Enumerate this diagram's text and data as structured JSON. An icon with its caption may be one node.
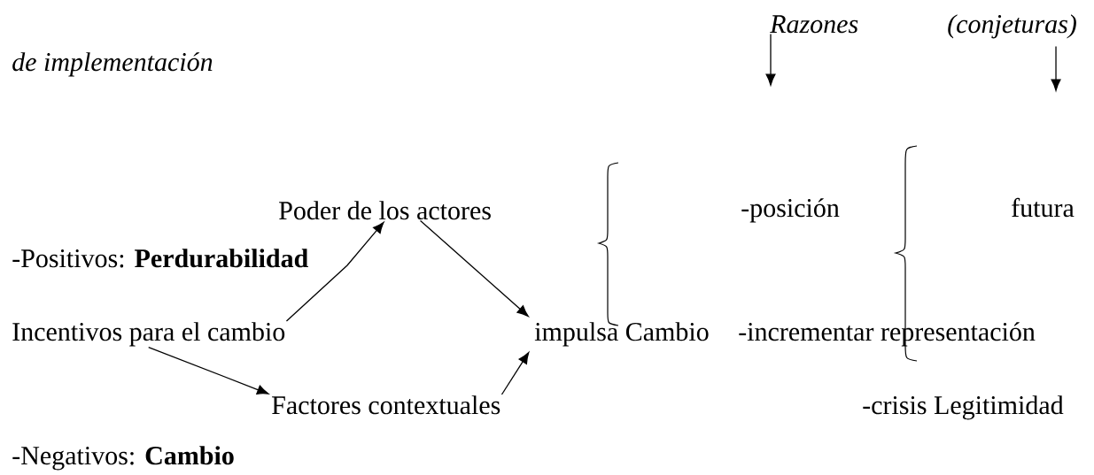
{
  "diagram": {
    "nodes": [
      {
        "text": [
          "Incentivos para el cambio"
        ]
      },
      {
        "text": [
          "Poder de los actores"
        ]
      },
      {
        "text": [
          "Factores contextuales"
        ]
      },
      {
        "text": [
          "impulsa Cambio"
        ]
      },
      {
        "text": [
          "Razones"
        ]
      },
      {
        "text": [
          "(conjeturas)"
        ]
      }
    ],
    "edges": [
      {
        "from": 0,
        "to": 1,
        "arrow": "to"
      },
      {
        "from": 0,
        "to": 2,
        "arrow": "to"
      },
      {
        "from": 1,
        "to": 3,
        "arrow": "to"
      },
      {
        "from": 2,
        "to": 3,
        "arrow": "to"
      },
      {
        "from": 4,
        "to": null,
        "arrow": "to"
      },
      {
        "from": 5,
        "to": null,
        "arrow": "to"
      }
    ],
    "labels": [
      "de implementación",
      "-Positivos: **Perdurabilidad**",
      "-posición",
      "futura",
      "-incrementar representación",
      "-crisis Legitimidad",
      "-Negativos: **Cambio**"
    ]
  }
}
